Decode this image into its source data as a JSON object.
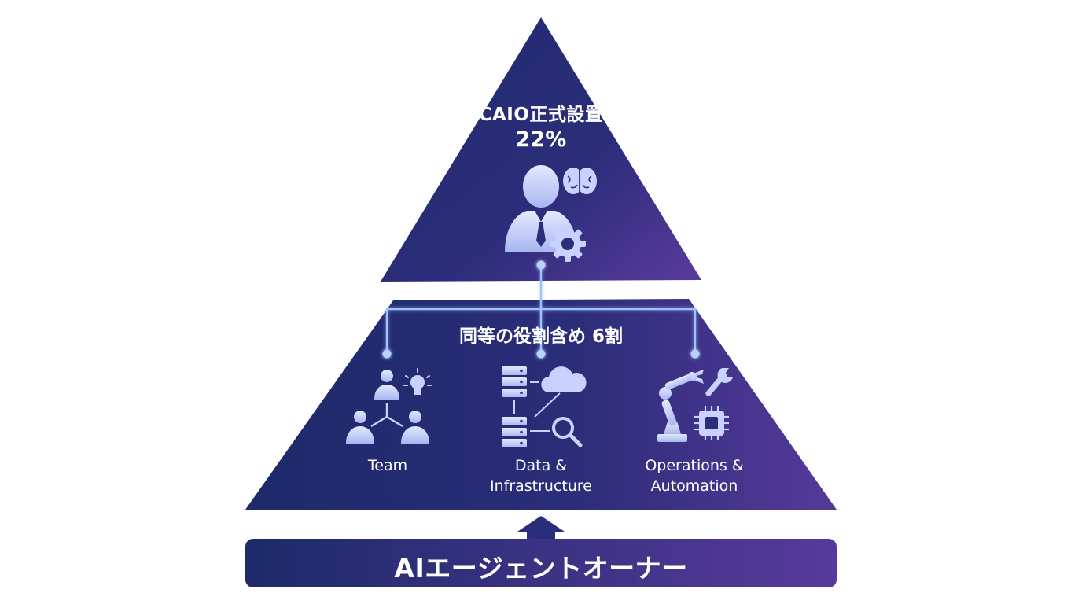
{
  "top_tier": {
    "title": "CAIO正式設置",
    "percentage": "22%"
  },
  "middle_tier": {
    "label": "同等の役割含め 6割",
    "columns": [
      {
        "name": "Team"
      },
      {
        "name": "Data &",
        "name2": "Infrastructure"
      },
      {
        "name": "Operations &",
        "name2": "Automation"
      }
    ]
  },
  "base": {
    "label": "AIエージェントオーナー"
  },
  "colors": {
    "pyramid_dark": "#1f2a6b",
    "pyramid_purple": "#5a3a9a",
    "icon_light": "#b9c9ff",
    "connector": "#9fc2ff"
  },
  "icons": [
    "executive-icon",
    "brain-icon",
    "gear-icon",
    "team-icon",
    "lightbulb-icon",
    "server-icon",
    "cloud-icon",
    "magnifier-icon",
    "robot-arm-icon",
    "wrench-icon",
    "chip-icon",
    "up-arrow-icon"
  ]
}
